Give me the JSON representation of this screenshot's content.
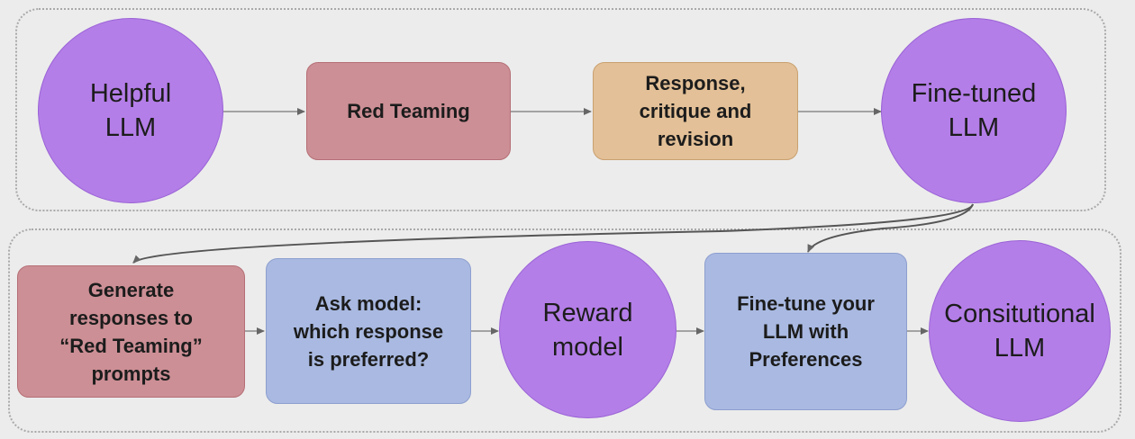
{
  "top_row": {
    "helpful_llm": "Helpful\nLLM",
    "red_teaming": "Red Teaming",
    "response_critique": "Response,\ncritique and\nrevision",
    "fine_tuned_llm": "Fine-tuned\nLLM"
  },
  "bottom_row": {
    "generate_responses": "Generate\nresponses to\n“Red Teaming”\nprompts",
    "ask_model": "Ask model:\nwhich response\nis preferred?",
    "reward_model": "Reward\nmodel",
    "fine_tune_preferences": "Fine-tune your\nLLM with\nPreferences",
    "constitutional_llm": "Consitutional\nLLM"
  },
  "colors": {
    "circle": "#b47ee8",
    "red_box": "#cc8f95",
    "tan_box": "#e3c097",
    "blue_box": "#a9b9e1",
    "arrow": "#666666"
  }
}
